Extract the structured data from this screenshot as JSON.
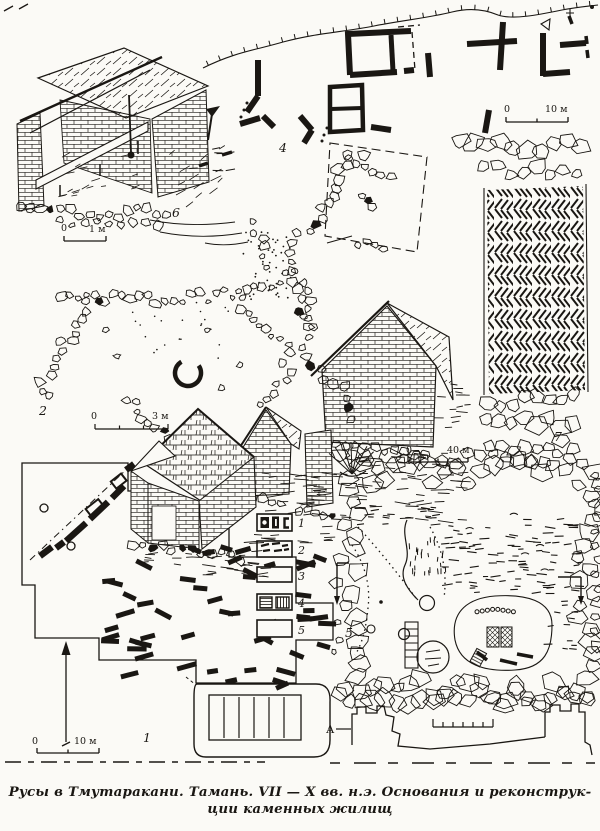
{
  "page": {
    "background": "#fbfaf6",
    "ink": "#1a1713"
  },
  "caption": {
    "line1": "Русы в Тмутаракани. Тамань. VII — X вв. н.э. Основания и реконструк-",
    "line2": "ции каменных жилищ"
  },
  "figure_labels": {
    "fig1": "1",
    "fig2": "2",
    "fig3": "3",
    "fig4": "4",
    "fig5": "5",
    "fig6": "6",
    "fig7": "7"
  },
  "section_label": "А",
  "scale_bars": {
    "house6": {
      "zero": "0",
      "max": "1 м"
    },
    "plan2": {
      "zero": "0",
      "max": "3 м"
    },
    "plan4": {
      "zero": "0",
      "max": "10 м"
    },
    "plan5": {
      "zero": "0",
      "max": "40 м"
    },
    "plan1": {
      "zero": "0",
      "max": "10 м"
    }
  },
  "legend": {
    "items": [
      {
        "label": "1"
      },
      {
        "label": "2"
      },
      {
        "label": "3"
      },
      {
        "label": "4"
      },
      {
        "label": "5"
      }
    ]
  }
}
